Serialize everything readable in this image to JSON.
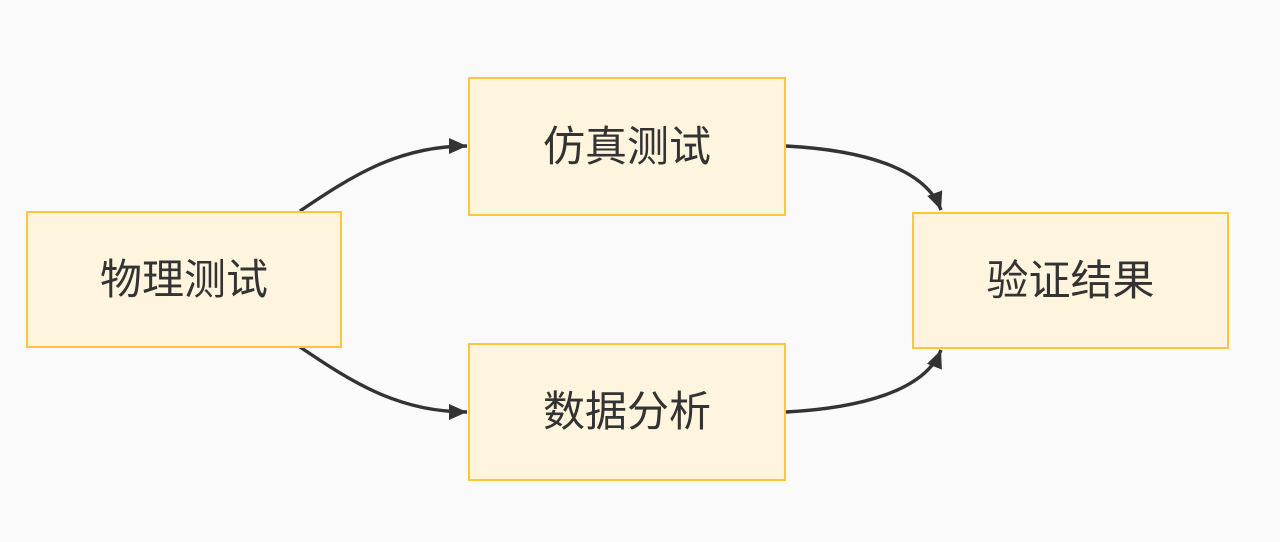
{
  "diagram": {
    "type": "flowchart",
    "background_color": "#FAFAFA",
    "node_fill_color": "#FFF5DE",
    "node_border_color": "#FFC53D",
    "edge_color": "#333333",
    "text_color": "#333333",
    "nodes": [
      {
        "id": "physical-test",
        "label": "物理测试"
      },
      {
        "id": "simulation-test",
        "label": "仿真测试"
      },
      {
        "id": "data-analysis",
        "label": "数据分析"
      },
      {
        "id": "verification-result",
        "label": "验证结果"
      }
    ],
    "edges": [
      {
        "from": "物理测试",
        "to": "仿真测试"
      },
      {
        "from": "物理测试",
        "to": "数据分析"
      },
      {
        "from": "仿真测试",
        "to": "验证结果"
      },
      {
        "from": "数据分析",
        "to": "验证结果"
      }
    ]
  }
}
